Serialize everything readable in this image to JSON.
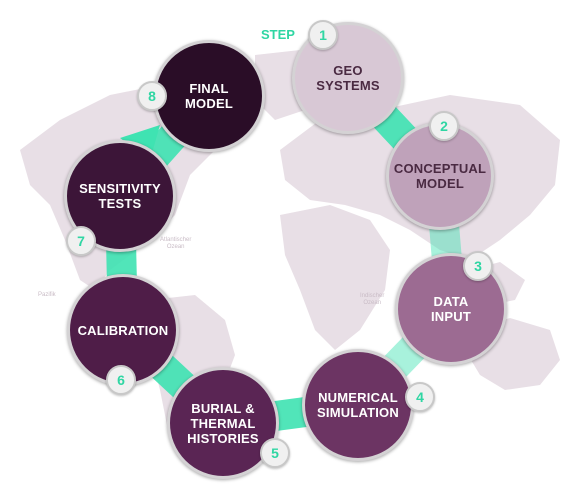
{
  "step_label": "STEP",
  "colors": {
    "connector": "#3fe3b2",
    "badge_number": "#2fd6a3",
    "map": "#e8dfe6"
  },
  "ocean_labels": {
    "atlantic": "Atlantischer\nOzean",
    "pacific": "Pazifik",
    "indian": "Indischer\nOzean"
  },
  "steps": [
    {
      "number": "1",
      "label": "GEO\nSYSTEMS",
      "fill": "#d8c8d5",
      "text_color": "#4a2a42"
    },
    {
      "number": "2",
      "label": "CONCEPTUAL\nMODEL",
      "fill": "#bfa2ba",
      "text_color": "#4a2a42"
    },
    {
      "number": "3",
      "label": "DATA\nINPUT",
      "fill": "#9c6b92",
      "text_color": "#ffffff"
    },
    {
      "number": "4",
      "label": "NUMERICAL\nSIMULATION",
      "fill": "#6c3463",
      "text_color": "#ffffff"
    },
    {
      "number": "5",
      "label": "BURIAL &\nTHERMAL\nHISTORIES",
      "fill": "#5a2554",
      "text_color": "#ffffff"
    },
    {
      "number": "6",
      "label": "CALIBRATION",
      "fill": "#4f1d48",
      "text_color": "#ffffff"
    },
    {
      "number": "7",
      "label": "SENSITIVITY\nTESTS",
      "fill": "#3c1538",
      "text_color": "#ffffff"
    },
    {
      "number": "8",
      "label": "FINAL\nMODEL",
      "fill": "#2a0d27",
      "text_color": "#ffffff"
    }
  ]
}
